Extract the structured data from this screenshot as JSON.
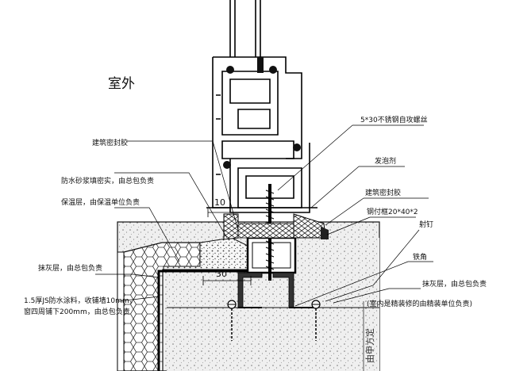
{
  "labels": {
    "outdoor": "室外",
    "sealant_left": "建筑密封胶",
    "waterproof_mortar": "防水砂浆填密实，由总包负责",
    "insulation": "保温层，由保温单位负责",
    "dim_10": "10",
    "dim_30": "30",
    "plaster_left": "抹灰层，由总包负责",
    "coating_line1": "1.5厚JS防水涂料，收铺墙10mm，",
    "coating_line2": "窗四周铺下200mm，由总包负责",
    "screw": "5*30不锈钢自攻螺丝",
    "foam": "发泡剂",
    "sealant_right": "建筑密封胶",
    "steel_bracket": "钢付框20*40*2",
    "nail": "射钉",
    "angle_iron": "铁角",
    "plaster_right_1": "抹灰层，由总包负责",
    "plaster_right_2": "(室内是精装修的由精装单位负责)",
    "vertical_text": "由甲方定"
  }
}
